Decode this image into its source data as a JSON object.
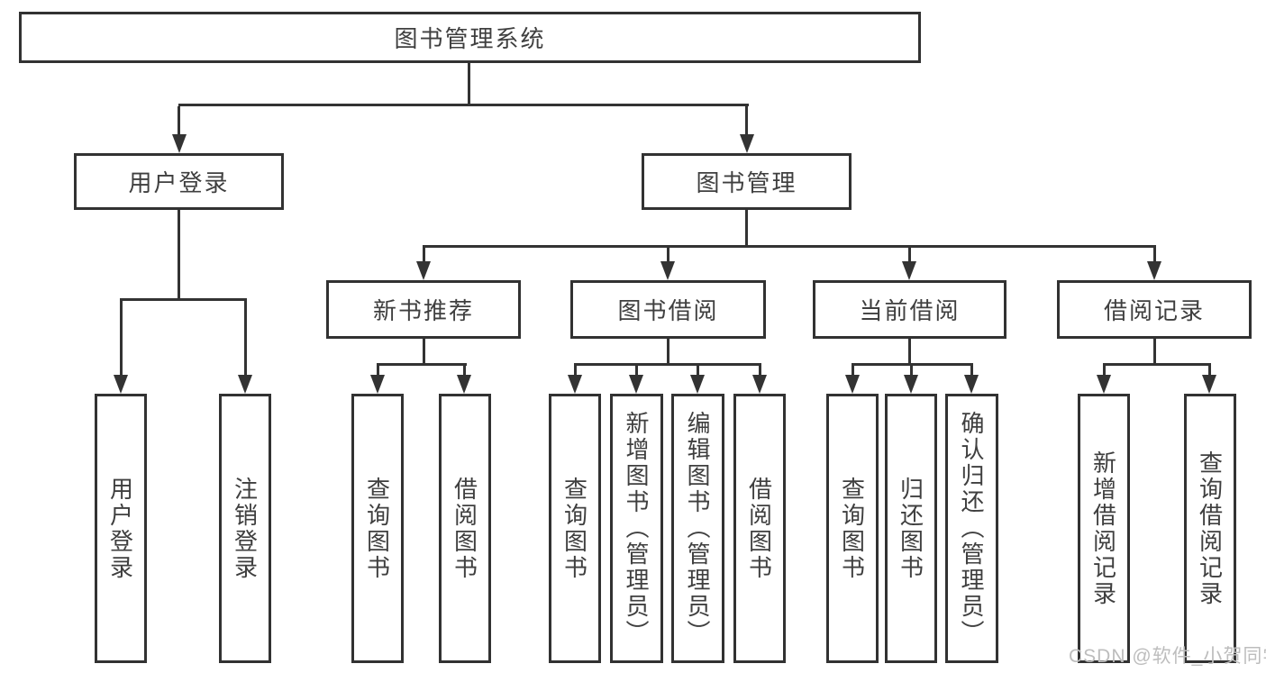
{
  "title": "图书管理系统",
  "level2": {
    "user_login": "用户登录",
    "book_mgmt": "图书管理"
  },
  "level3": {
    "new_book": "新书推荐",
    "book_borrow": "图书借阅",
    "current_borrow": "当前借阅",
    "borrow_records": "借阅记录"
  },
  "leaves": {
    "user_login": [
      "用户登录",
      "注销登录"
    ],
    "new_book": [
      "查询图书",
      "借阅图书"
    ],
    "book_borrow": [
      "查询图书",
      "新增图书（管理员）",
      "编辑图书（管理员）",
      "借阅图书"
    ],
    "current_borrow": [
      "查询图书",
      "归还图书",
      "确认归还（管理员）"
    ],
    "borrow_records": [
      "新增借阅记录",
      "查询借阅记录"
    ]
  },
  "watermark": "CSDN @软件_小贺同学",
  "colors": {
    "line": "#333333",
    "border": "#323232",
    "text": "#3f3f3f",
    "watermark": "#bdbdbd",
    "background": "#ffffff"
  }
}
